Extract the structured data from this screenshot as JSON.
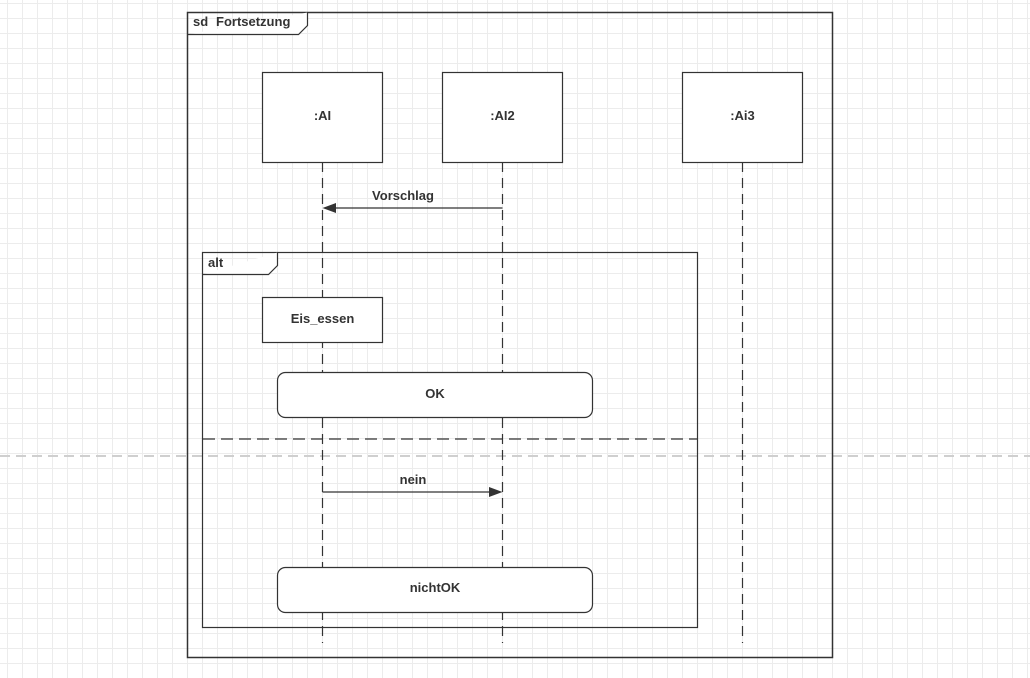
{
  "frame": {
    "kind": "sd",
    "name": "Fortsetzung"
  },
  "lifelines": [
    {
      "label": ":AI"
    },
    {
      "label": ":AI2"
    },
    {
      "label": ":Ai3"
    }
  ],
  "messages": [
    {
      "label": "Vorschlag",
      "from": ":AI2",
      "to": ":AI"
    },
    {
      "label": "nein",
      "from": ":AI",
      "to": ":AI2"
    }
  ],
  "fragment": {
    "operator": "alt",
    "operands": [
      "Eis_essen",
      "OK",
      "nichtOK"
    ]
  },
  "colors": {
    "line": "#333333",
    "fill": "#ffffff",
    "grid": "#e5e5e5"
  }
}
